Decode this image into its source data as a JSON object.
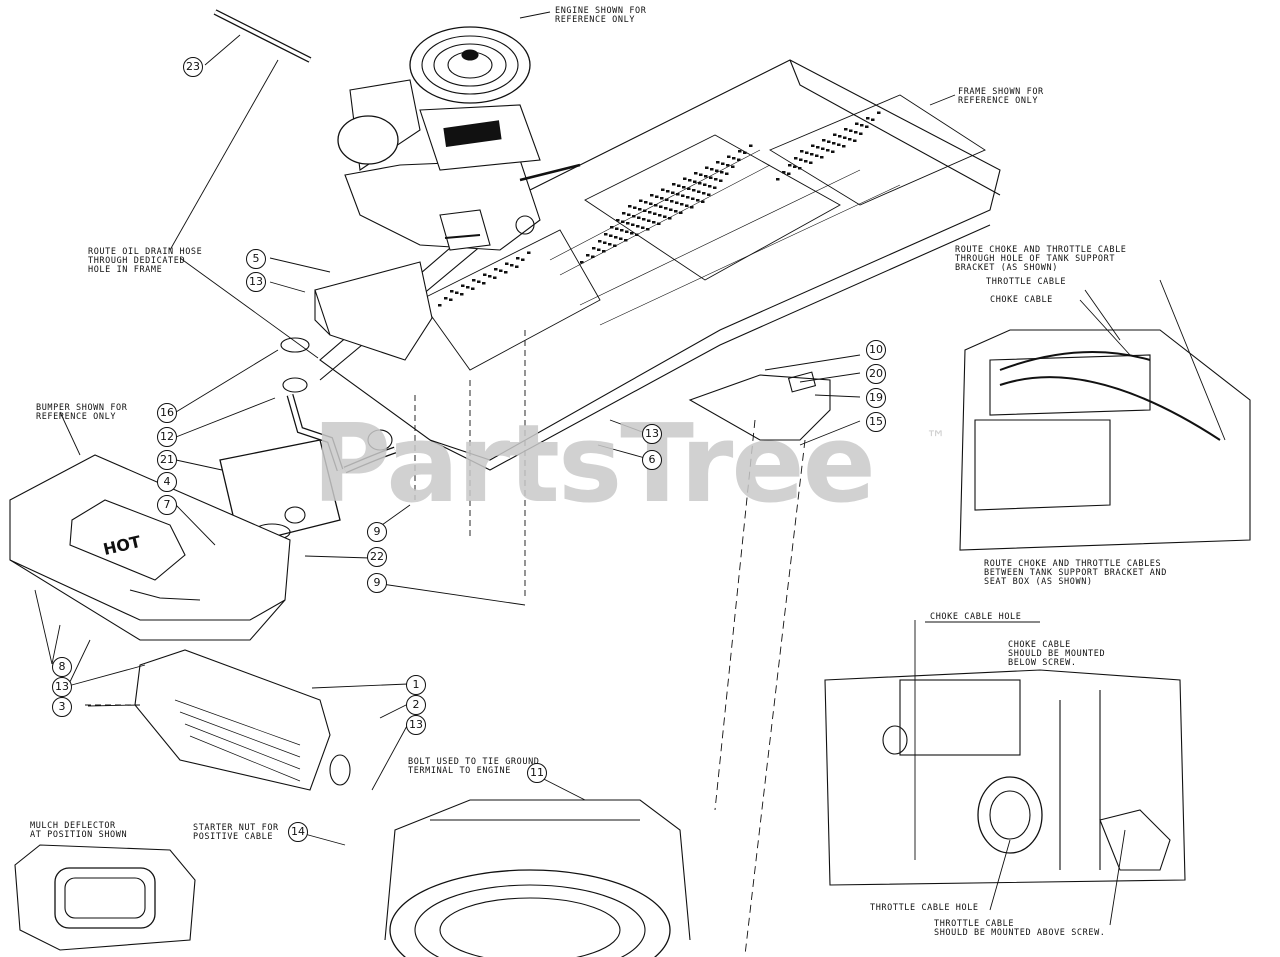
{
  "watermark": {
    "text": "PartsTree",
    "trademark": "™"
  },
  "notes": {
    "engine": "ENGINE SHOWN FOR\nREFERENCE ONLY",
    "frame": "FRAME SHOWN FOR\nREFERENCE ONLY",
    "oil_hose": "ROUTE OIL DRAIN HOSE\nTHROUGH DEDICATED\nHOLE IN FRAME",
    "bumper": "BUMPER SHOWN FOR\nREFERENCE ONLY",
    "choke_route_top": "ROUTE CHOKE AND THROTTLE CABLE\nTHROUGH HOLE OF TANK SUPPORT\nBRACKET (AS SHOWN)",
    "throttle_cable_top": "THROTTLE CABLE",
    "choke_cable_top": "CHOKE CABLE",
    "choke_route_bottom": "ROUTE CHOKE AND THROTTLE CABLES\nBETWEEN TANK SUPPORT BRACKET AND\nSEAT BOX (AS SHOWN)",
    "choke_hole": "CHOKE CABLE HOLE",
    "choke_mount": "CHOKE CABLE\nSHOULD BE MOUNTED\nBELOW SCREW.",
    "throttle_hole": "THROTTLE CABLE HOLE",
    "throttle_mount": "THROTTLE CABLE\nSHOULD BE MOUNTED ABOVE SCREW.",
    "bolt_ground": "BOLT USED TO TIE GROUND\nTERMINAL TO ENGINE",
    "starter_nut": "STARTER NUT FOR\nPOSITIVE CABLE",
    "mulch_deflector": "MULCH DEFLECTOR\nAT POSITION SHOWN"
  },
  "hot_label": "HOT",
  "callouts": [
    "23",
    "5",
    "13",
    "16",
    "12",
    "21",
    "4",
    "7",
    "9",
    "22",
    "9",
    "8",
    "13",
    "3",
    "1",
    "2",
    "13",
    "10",
    "20",
    "19",
    "15",
    "13",
    "6",
    "11",
    "14"
  ]
}
